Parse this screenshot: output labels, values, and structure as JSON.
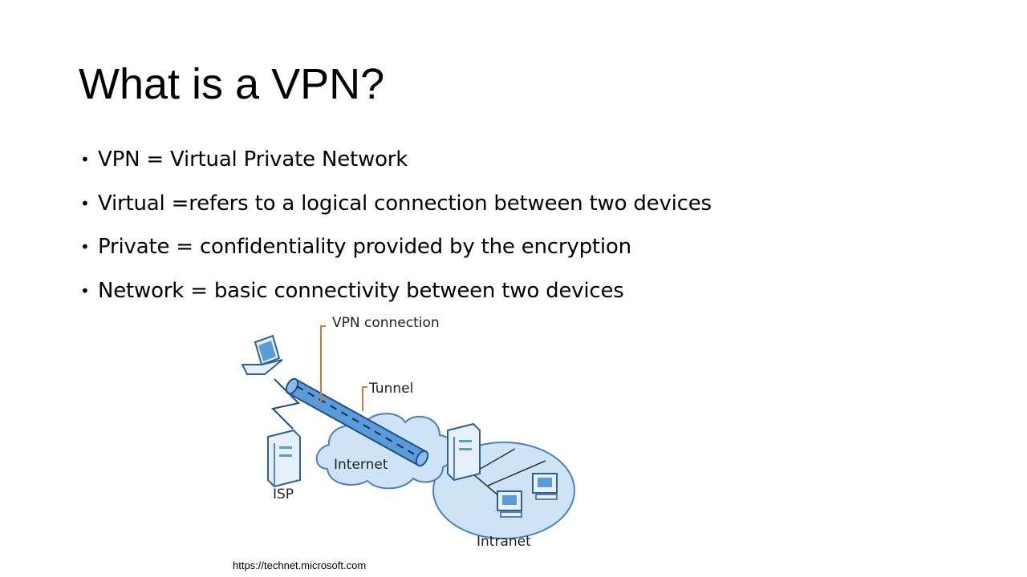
{
  "slide": {
    "title": "What is a VPN?",
    "bullets": [
      "VPN = Virtual Private Network",
      "Virtual =refers to a logical connection between two devices",
      "Private = confidentiality provided by the encryption",
      "Network = basic connectivity between two devices"
    ],
    "bullet_symbol": "•",
    "source": "https://technet.microsoft.com"
  },
  "diagram": {
    "labels": {
      "vpn_connection": "VPN connection",
      "tunnel": "Tunnel",
      "internet": "Internet",
      "isp": "ISP",
      "intranet": "Intranet"
    },
    "colors": {
      "cloud_fill": "#cfe3f7",
      "cloud_stroke": "#4a7fc0",
      "tunnel_fill": "#5b9bd9",
      "tunnel_dark": "#1f4e8a",
      "callout_line": "#d07a3c",
      "device_fill": "#e6f0fa",
      "device_stroke": "#2f5f9a"
    }
  }
}
